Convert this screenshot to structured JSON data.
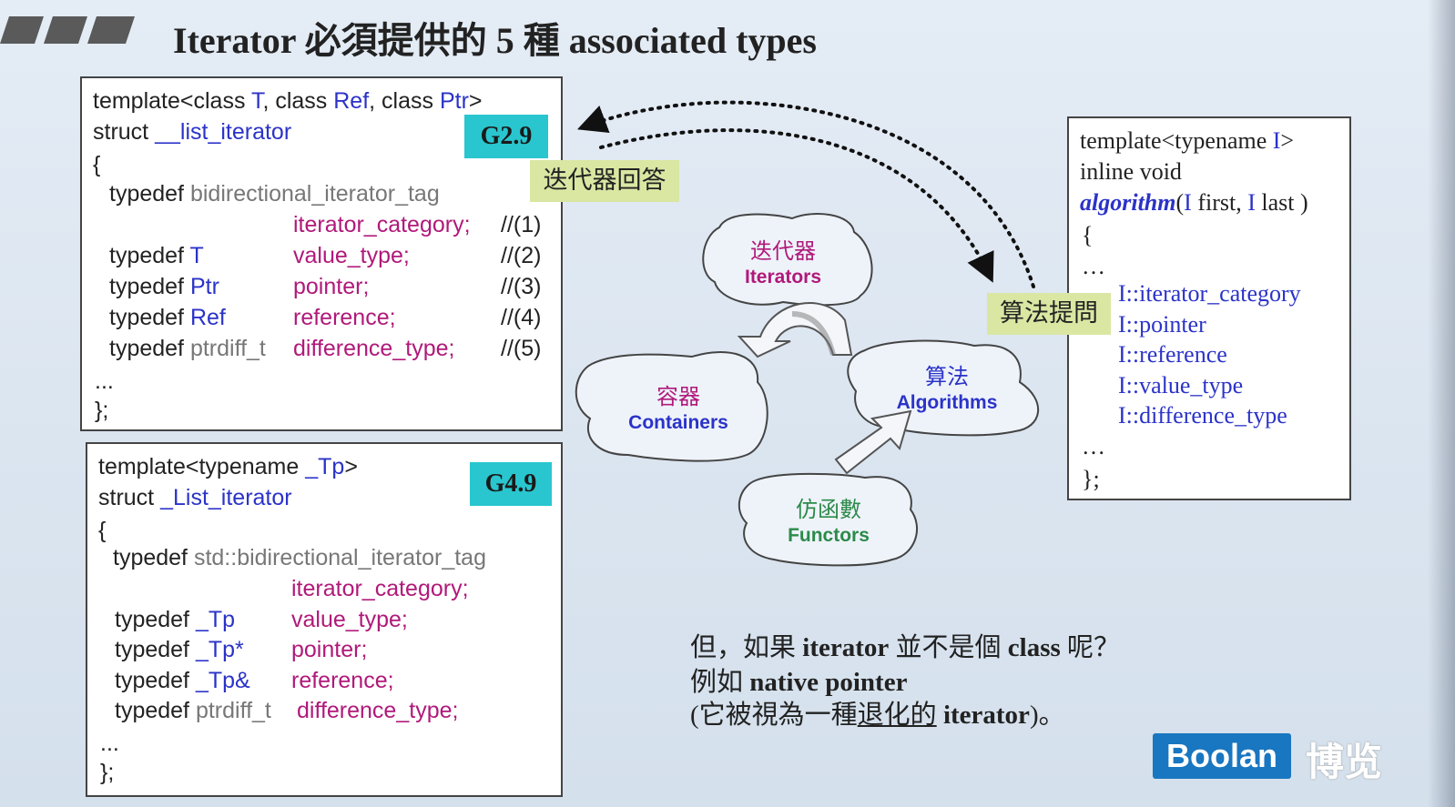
{
  "title": "Iterator 必須提供的 5 種 associated types",
  "g29_box": {
    "badge": "G2.9",
    "line1": {
      "a": "template<class ",
      "T": "T",
      ",b": ", class ",
      "Ref": "Ref",
      "c": ", class ",
      "Ptr": "Ptr",
      "d": ">"
    },
    "line2": {
      "a": "struct ",
      "name": "__list_iterator"
    },
    "open": "{",
    "rows": [
      {
        "kw": "typedef ",
        "type": "bidirectional_iterator_tag",
        "name": "",
        "cmt": ""
      },
      {
        "kw": "",
        "type": "",
        "name": "iterator_category;",
        "cmt": "//(1)"
      },
      {
        "kw": "typedef ",
        "type": "T",
        "name": "value_type;",
        "cmt": "//(2)"
      },
      {
        "kw": "typedef ",
        "type": "Ptr",
        "name": "pointer;",
        "cmt": "//(3)"
      },
      {
        "kw": "typedef ",
        "type": "Ref",
        "name": "reference;",
        "cmt": "//(4)"
      },
      {
        "kw": "typedef ",
        "type": "ptrdiff_t",
        "name": "difference_type;",
        "cmt": "//(5)"
      }
    ],
    "ellipsis": "...",
    "close": "};"
  },
  "g49_box": {
    "badge": "G4.9",
    "line1": {
      "a": "template<typename ",
      "Tp": "_Tp",
      "b": ">"
    },
    "line2": {
      "a": "struct ",
      "name": "_List_iterator"
    },
    "open": "{",
    "rows": [
      {
        "kw": "typedef ",
        "type": "std::bidirectional_iterator_tag",
        "name": ""
      },
      {
        "kw": "",
        "type": "",
        "name": "iterator_category;"
      },
      {
        "kw": "typedef ",
        "type": "_Tp",
        "name": "value_type;"
      },
      {
        "kw": "typedef ",
        "type": "_Tp*",
        "name": "pointer;"
      },
      {
        "kw": "typedef ",
        "type": "_Tp&",
        "name": "reference;"
      },
      {
        "kw": "typedef ",
        "type": "ptrdiff_t",
        "name": "difference_type;"
      }
    ],
    "ellipsis": "...",
    "close": "};"
  },
  "algo_box": {
    "line1": {
      "a": "template<typename ",
      "I": "I",
      "b": ">"
    },
    "line2": "inline void",
    "line3": {
      "fn": "algorithm",
      "a": "(",
      "I1": "I",
      " b": " first, ",
      "I2": "I",
      "c": " last )"
    },
    "open": "{",
    "dots1": "…",
    "items": [
      "I::iterator_category",
      "I::pointer",
      "I::reference",
      "I::value_type",
      "I::difference_type"
    ],
    "dots2": "…",
    "close": "};"
  },
  "labels": {
    "iterator_answer": "迭代器回答",
    "algorithm_asks": "算法提問"
  },
  "clouds": {
    "iterators": {
      "cn": "迭代器",
      "en": "Iterators"
    },
    "containers": {
      "cn": "容器",
      "en": "Containers"
    },
    "algorithms": {
      "cn": "算法",
      "en": "Algorithms"
    },
    "functors": {
      "cn": "仿函數",
      "en": "Functors"
    }
  },
  "note": {
    "l1a": "但，如果 ",
    "l1b": "iterator",
    "l1c": " 並不是個 ",
    "l1d": "class",
    "l1e": " 呢？",
    "l2a": "例如 ",
    "l2b": "native pointer",
    "l3a": "(它被視為一種",
    "l3b": "退化的",
    "l3c": " ",
    "l3d": "iterator",
    "l3e": ")。"
  },
  "logo": {
    "brand": "Boolan",
    "cn": "博览"
  },
  "colors": {
    "badge": "#29c6cf",
    "label": "#d9e7a3",
    "blue": "#2b33c8",
    "magenta": "#b0197a",
    "logo": "#1976c0"
  }
}
